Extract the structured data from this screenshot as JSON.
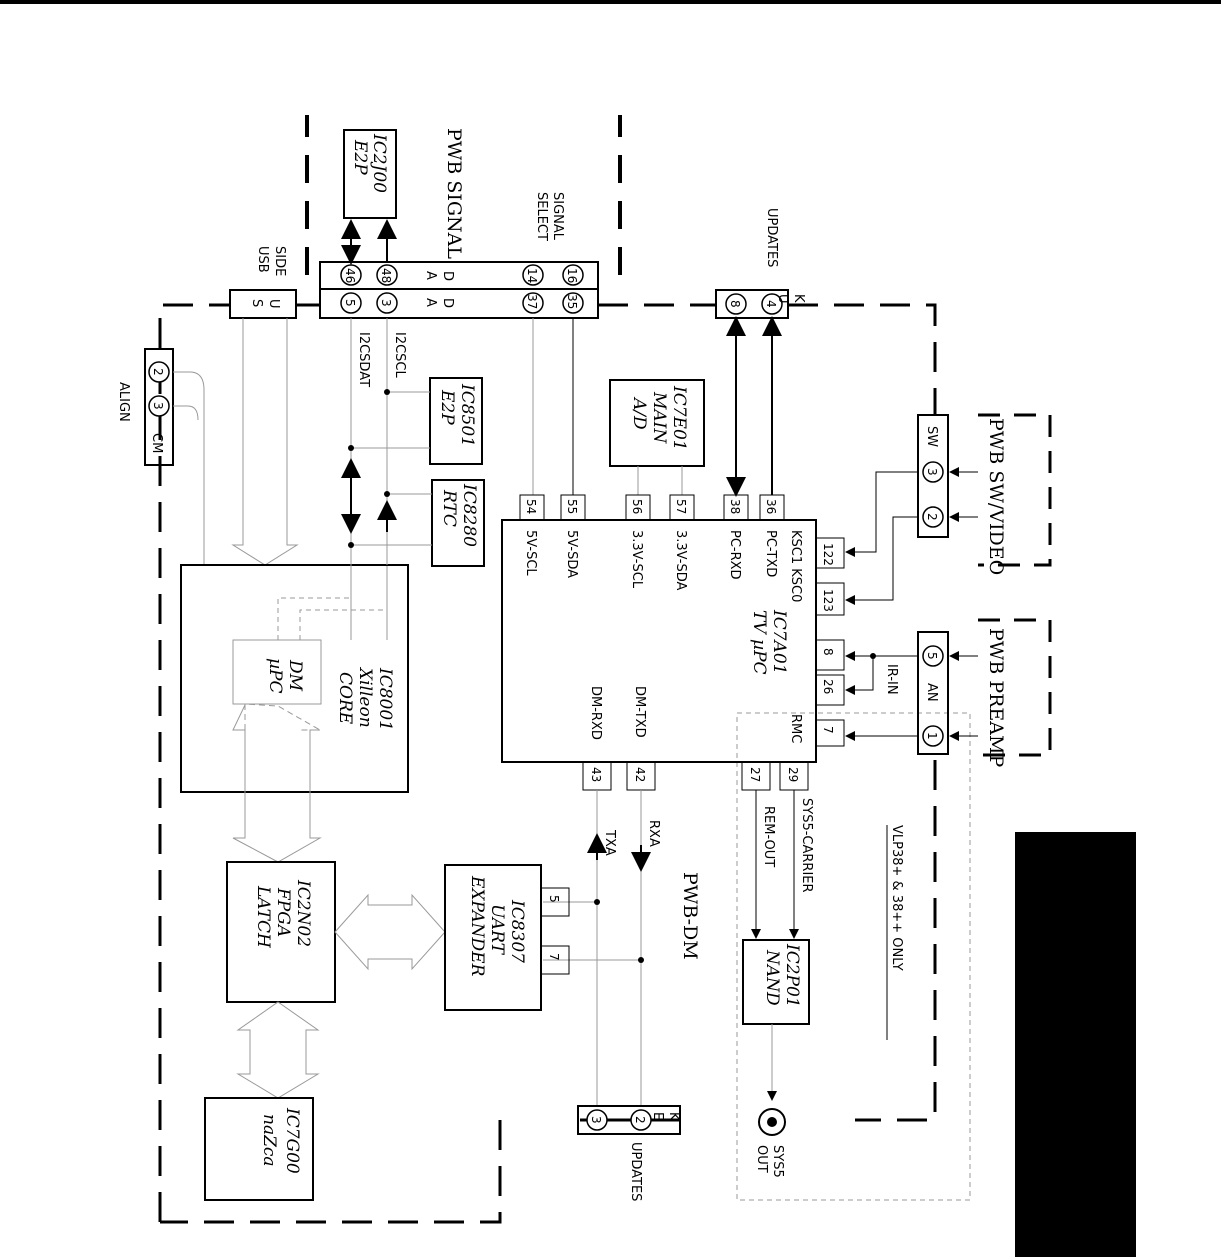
{
  "pwb_boards": {
    "signal": "PWB SIGNAL",
    "swvideo": "PWB SW/VIDEO",
    "preamp": "PWB PREAMP",
    "dm": "PWB-DM"
  },
  "ics": {
    "ic2j00": [
      "IC2J00",
      "E2P"
    ],
    "ic8501": [
      "IC8501",
      "E2P"
    ],
    "ic8280": [
      "IC8280",
      "RTC"
    ],
    "ic7e01": [
      "IC7E01",
      "MAIN",
      "A/D"
    ],
    "ic7a01": [
      "IC7A01",
      "TV µPC"
    ],
    "ic8001": [
      "IC8001",
      "Xilleon",
      "CORE"
    ],
    "dm_upc": [
      "DM",
      "µPC"
    ],
    "ic2n02": [
      "IC2N02",
      "FPGA",
      "LATCH"
    ],
    "ic8307": [
      "IC8307",
      "UART",
      "EXPANDER"
    ],
    "ic7g00": [
      "IC7G00",
      "naZca"
    ],
    "ic2p01": [
      "IC2P01",
      "NAND"
    ]
  },
  "connectors": {
    "signal_da_top": [
      "D",
      "A"
    ],
    "signal_da_bottom": [
      "D",
      "A"
    ],
    "side_usb_code": [
      "U",
      "S"
    ],
    "side_usb_label": [
      "SIDE",
      "USB"
    ],
    "align_code": "CM",
    "align_label": "ALIGN",
    "updates_top_code": [
      "K",
      "U"
    ],
    "updates_top_label": "UPDATES",
    "sw_code": "SW",
    "an_code": "AN",
    "updates_bottom_code": [
      "K",
      "E"
    ],
    "updates_bottom_label": "UPDATES",
    "signal_select": [
      "SIGNAL",
      "SELECT"
    ],
    "sys5_out": [
      "SYS5",
      "OUT"
    ]
  },
  "pins": {
    "signal_top": [
      "46",
      "48",
      "14",
      "16"
    ],
    "signal_bottom": [
      "5",
      "3",
      "37",
      "35"
    ],
    "align": [
      "2",
      "3"
    ],
    "updates_top": [
      "8",
      "4"
    ],
    "sw": [
      "3",
      "2"
    ],
    "an": [
      "5",
      "1"
    ],
    "updates_bottom": [
      "3",
      "2"
    ],
    "upc_top": [
      "54",
      "55",
      "56",
      "57",
      "38",
      "36"
    ],
    "upc_right": [
      "122",
      "123",
      "8",
      "26",
      "7"
    ],
    "upc_bottom": [
      "43",
      "42",
      "27",
      "29"
    ],
    "uart": [
      "5",
      "7"
    ]
  },
  "signals": {
    "i2cscl": "I2CSCL",
    "i2csdat": "I2CSDAT",
    "v5_scl": "5V-SCL",
    "v5_sda": "5V-SDA",
    "v33_scl": "3.3V-SCL",
    "v33_sda": "3.3V-SDA",
    "pc_rxd": "PC-RXD",
    "pc_txd": "PC-TXD",
    "ksc": "KSC1 KSC0",
    "ir_in": "IR-IN",
    "rmc": "RMC",
    "dm_rxd": "DM-RXD",
    "dm_txd": "DM-TXD",
    "txa": "TXA",
    "rxa": "RXA",
    "rem_out": "REM-OUT",
    "sys5_carrier": "SYS5-CARRIER",
    "vlp_note": "VLP38+ & 38++ ONLY"
  }
}
